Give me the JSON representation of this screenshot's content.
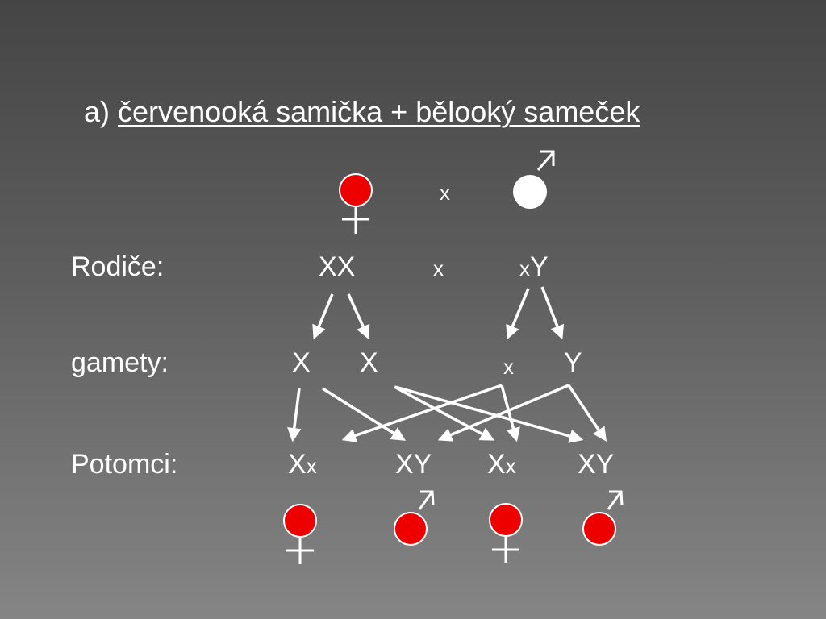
{
  "title": {
    "prefix": "a)",
    "text": "červenooká samička + bělooký sameček"
  },
  "cross_symbol": "x",
  "parents": {
    "label": "Rodiče:",
    "female_genotype": "XX",
    "cross": "x",
    "male_genotype_recessive": "x",
    "male_genotype_y": "Y"
  },
  "gametes": {
    "label": "gamety:",
    "female_1": "X",
    "female_2": "X",
    "male_1": "x",
    "male_2": "Y"
  },
  "offspring": {
    "label": "Potomci:",
    "o1_a": "X",
    "o1_b": "x",
    "o2": "XY",
    "o3_a": "X",
    "o3_b": "x",
    "o4": "XY"
  },
  "symbols": [
    {
      "name": "parent-female",
      "sex": "female",
      "eye_color": "#ee0000"
    },
    {
      "name": "parent-male",
      "sex": "male",
      "eye_color": "#ffffff"
    },
    {
      "name": "offspring-1",
      "sex": "female",
      "eye_color": "#ee0000"
    },
    {
      "name": "offspring-2",
      "sex": "male",
      "eye_color": "#ee0000"
    },
    {
      "name": "offspring-3",
      "sex": "female",
      "eye_color": "#ee0000"
    },
    {
      "name": "offspring-4",
      "sex": "male",
      "eye_color": "#ee0000"
    }
  ]
}
